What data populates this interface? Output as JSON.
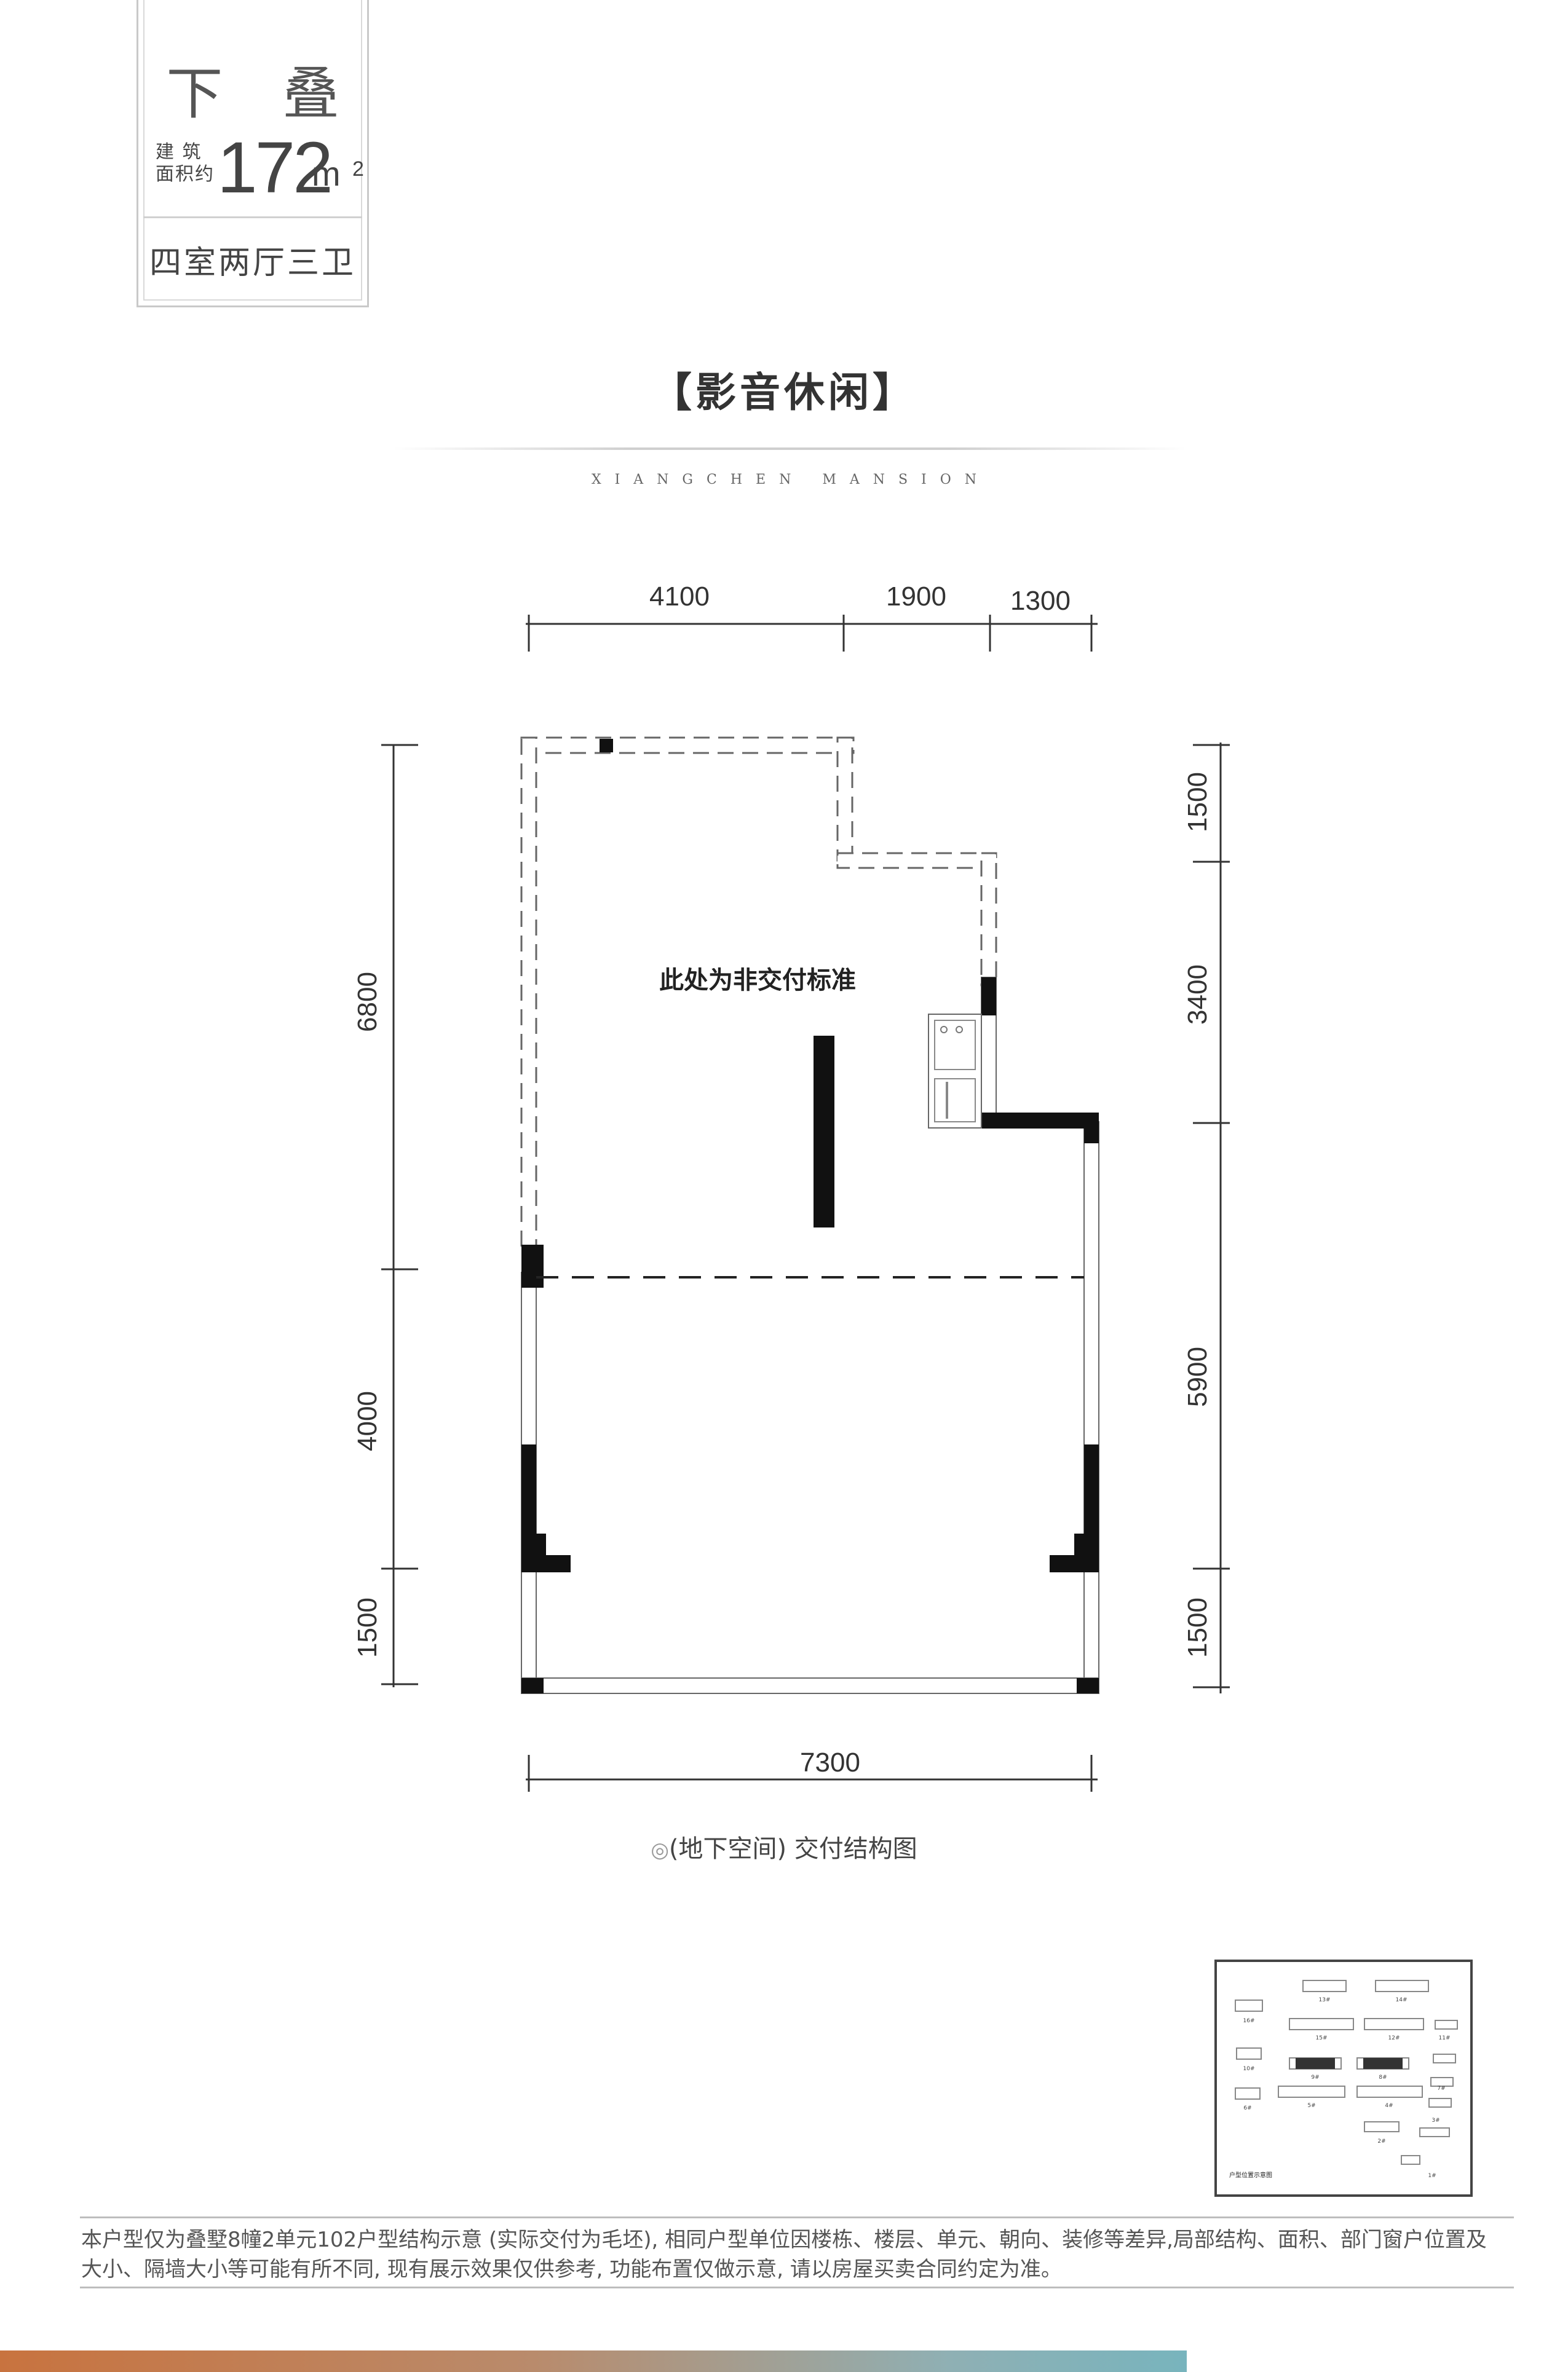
{
  "badge": {
    "type": "下 叠",
    "area_label": "建 筑\n面积约",
    "area_value": "172",
    "area_unit": "m",
    "area_sup": "2",
    "layout": "四室两厅三卫"
  },
  "section_title": "【影音休闲】",
  "subtitle": "XIANGCHEN MANSION",
  "plan": {
    "top_dims": [
      "4100",
      "1900",
      "1300"
    ],
    "bottom_dim": "7300",
    "left_dims": [
      "6800",
      "4000",
      "1500"
    ],
    "right_dims": [
      "1500",
      "3400",
      "5900",
      "1500"
    ],
    "note": "此处为非交付标准"
  },
  "caption_icon": "◎",
  "caption": "(地下空间) 交付结构图",
  "keymap": {
    "title": "户型位置示意图",
    "buildings": [
      "13#",
      "14#",
      "15#",
      "12#",
      "10#",
      "11#",
      "9#",
      "8#",
      "6#",
      "5#",
      "4#",
      "7#",
      "2#",
      "3#",
      "1#",
      "16#"
    ]
  },
  "disclaimer": "本户型仅为叠墅8幢2单元102户型结构示意 (实际交付为毛坯), 相同户型单位因楼栋、楼层、单元、朝向、装修等差异,局部结构、面积、部门窗户位置及大小、隔墙大小等可能有所不同, 现有展示效果仅供参考, 功能布置仅做示意, 请以房屋买卖合同约定为准。"
}
